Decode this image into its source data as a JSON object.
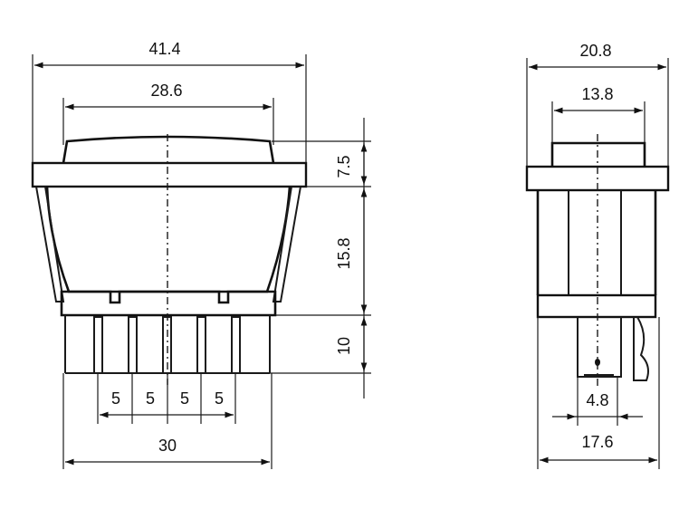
{
  "front_view": {
    "overall_width": "41.4",
    "rocker_width": "28.6",
    "rocker_height": "7.5",
    "body_height": "15.8",
    "terminal_height": "10",
    "pitch_1": "5",
    "pitch_2": "5",
    "pitch_3": "5",
    "pitch_4": "5",
    "base_width": "30"
  },
  "side_view": {
    "overall_width": "20.8",
    "rocker_width": "13.8",
    "terminal_width": "4.8",
    "base_width": "17.6"
  }
}
